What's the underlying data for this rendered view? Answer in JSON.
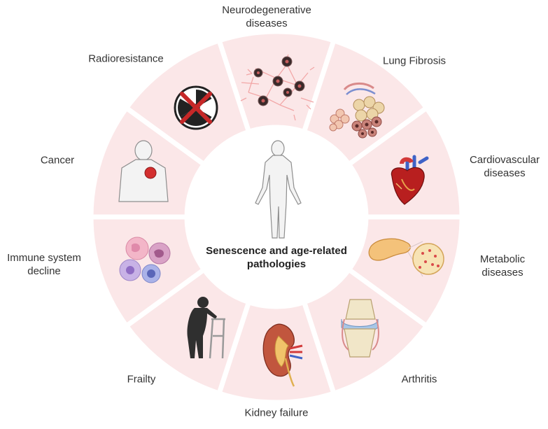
{
  "center": {
    "title": "Senescence and age-related\npathologies"
  },
  "segments": [
    {
      "id": "neurodegenerative",
      "label": "Neurodegenerative\ndiseases",
      "icon": "neuron-network-icon"
    },
    {
      "id": "lung",
      "label": "Lung Fibrosis",
      "icon": "lung-alveoli-icon"
    },
    {
      "id": "cardio",
      "label": "Cardiovascular\ndiseases",
      "icon": "heart-icon"
    },
    {
      "id": "metabolic",
      "label": "Metabolic\ndiseases",
      "icon": "pancreas-islet-icon"
    },
    {
      "id": "arthritis",
      "label": "Arthritis",
      "icon": "knee-joint-icon"
    },
    {
      "id": "kidney",
      "label": "Kidney failure",
      "icon": "kidney-icon"
    },
    {
      "id": "frailty",
      "label": "Frailty",
      "icon": "elderly-walker-icon"
    },
    {
      "id": "immune",
      "label": "Immune system\ndecline",
      "icon": "immune-cells-icon"
    },
    {
      "id": "cancer",
      "label": "Cancer",
      "icon": "body-tumor-icon"
    },
    {
      "id": "radio",
      "label": "Radioresistance",
      "icon": "radiation-crossed-icon"
    }
  ],
  "colors": {
    "segment_fill": "#fbe7e8",
    "gap": "#ffffff",
    "label": "#333333",
    "red": "#d32f2f",
    "dark": "#2b2b2b",
    "skin": "#f0f0f0",
    "outline": "#8a8a8a"
  }
}
